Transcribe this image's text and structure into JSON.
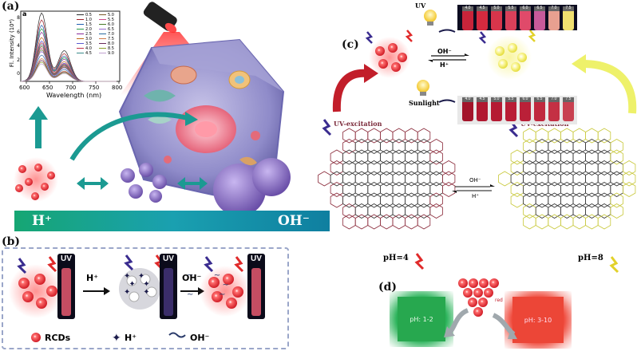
{
  "panels": {
    "a": "(a)",
    "b": "(b)",
    "c": "(c)",
    "d": "(d)"
  },
  "panel_a": {
    "inset_letter": "a",
    "ylabel": "Fl. Intensity (10⁴)",
    "xlabel": "Wavelength (nm)",
    "x_ticks": [
      "600",
      "650",
      "700",
      "750",
      "800"
    ],
    "y_ticks": [
      "0",
      "2",
      "4",
      "6",
      "8"
    ],
    "legend": [
      "0.5",
      "1.0",
      "1.5",
      "2.0",
      "2.5",
      "3.0",
      "3.5",
      "4.0",
      "4.5",
      "5.0",
      "5.5",
      "6.0",
      "6.5",
      "7.0",
      "7.5",
      "8.0",
      "8.5",
      "9.0"
    ],
    "gradient_left": "H⁺",
    "gradient_right": "OH⁻"
  },
  "panel_b": {
    "uv_label": "UV",
    "arrow1": "H⁺",
    "arrow2": "OH⁻",
    "legend_rcds": "RCDs",
    "legend_h": "H⁺",
    "legend_oh": "OH⁻"
  },
  "panel_c": {
    "uv_label": "UV",
    "sunlight_label": "Sunlight",
    "eq_top": "OH⁻",
    "eq_bottom": "H⁺",
    "uv_excitation_left": "UV-excitation",
    "uv_excitation_right": "UV-excitation",
    "struct_eq_top": "OH⁻",
    "struct_eq_bottom": "H⁺",
    "ph_left": "pH=4",
    "ph_right": "pH=8",
    "vial_labels": [
      "4.0",
      "4.5",
      "5.0",
      "5.5",
      "6.0",
      "6.5",
      "7.0",
      "7.5"
    ]
  },
  "panel_d": {
    "green_box": "pH: 1-2",
    "red_box": "pH: 3-10",
    "dots_label": "red"
  },
  "colors": {
    "red_dot": "#e8333c",
    "yellow_dot": "#f4f06a",
    "green": "#2bb35a",
    "red_box": "#ef4b3d",
    "teal": "#1b9a92",
    "purple_particle": "#8a6fc0"
  }
}
